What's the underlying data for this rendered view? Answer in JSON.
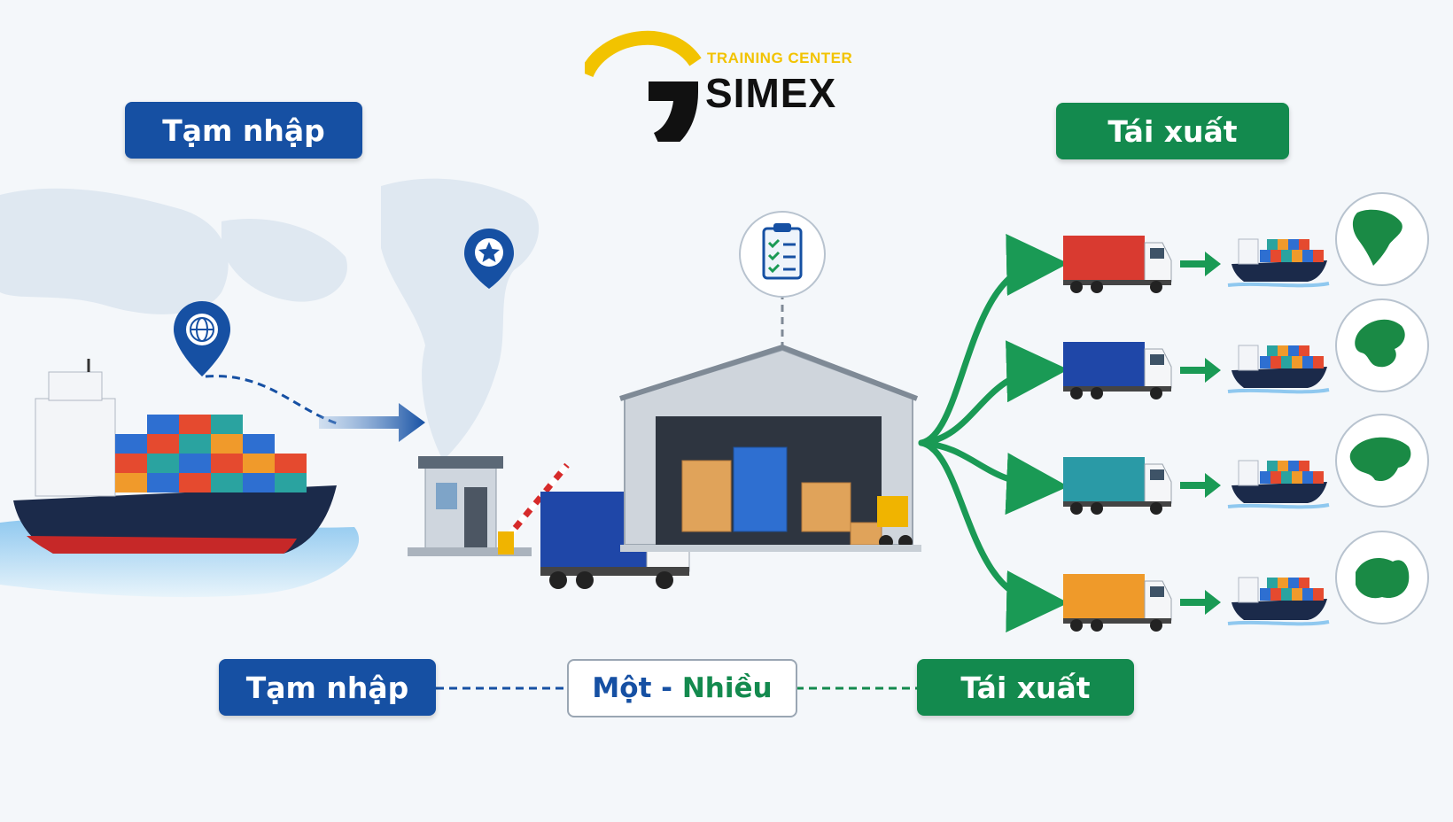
{
  "logo": {
    "small_text": "TRAINING CENTER",
    "big_text": "SIMEX",
    "colors": {
      "yellow": "#f2c300",
      "black": "#111111"
    }
  },
  "top_labels": {
    "left": "Tạm nhập",
    "right": "Tái xuất"
  },
  "bottom_labels": {
    "left": "Tạm nhập",
    "middle_a": "Một",
    "middle_sep": " - ",
    "middle_b": "Nhiều",
    "right": "Tái xuất"
  },
  "colors": {
    "blue": "#1650a3",
    "green": "#138a4e",
    "background": "#f4f7fa"
  },
  "icons": [
    "globe-pin-icon",
    "star-pin-icon",
    "clipboard-checklist-icon",
    "continent-north-america-icon",
    "continent-europe-icon",
    "continent-asia-icon",
    "continent-australia-icon"
  ],
  "export_routes": [
    {
      "truck_color": "#d93a30",
      "continent": "north-america"
    },
    {
      "truck_color": "#1f47a8",
      "continent": "europe"
    },
    {
      "truck_color": "#2a9aa6",
      "continent": "asia"
    },
    {
      "truck_color": "#ef9a2a",
      "continent": "australia"
    }
  ]
}
